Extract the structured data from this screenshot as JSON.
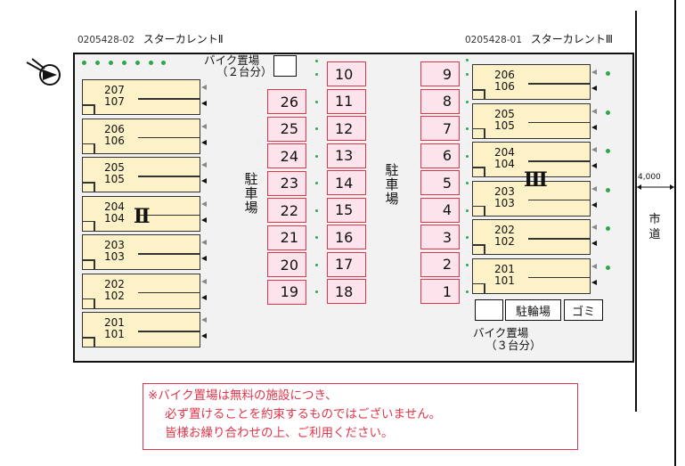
{
  "header": {
    "left_code": "0205428-02",
    "left_name": "スターカレントⅡ",
    "right_code": "0205428-01",
    "right_name": "スターカレントⅢ"
  },
  "icons": {
    "compass": "north-arrow-icon"
  },
  "parking": {
    "label": "駐車場",
    "col_a": [
      "26",
      "25",
      "24",
      "23",
      "22",
      "21",
      "20",
      "19"
    ],
    "col_b": [
      "10",
      "11",
      "12",
      "13",
      "14",
      "15",
      "16",
      "17",
      "18"
    ],
    "col_c": [
      "9",
      "8",
      "7",
      "6",
      "5",
      "4",
      "3",
      "2",
      "1"
    ]
  },
  "building_left": {
    "name": "Ⅱ",
    "units": [
      {
        "upper": "207",
        "lower": "107"
      },
      {
        "upper": "206",
        "lower": "106"
      },
      {
        "upper": "205",
        "lower": "105"
      },
      {
        "upper": "204",
        "lower": "104"
      },
      {
        "upper": "203",
        "lower": "103"
      },
      {
        "upper": "202",
        "lower": "102"
      },
      {
        "upper": "201",
        "lower": "101"
      }
    ]
  },
  "building_right": {
    "name": "Ⅲ",
    "units": [
      {
        "upper": "206",
        "lower": "106"
      },
      {
        "upper": "205",
        "lower": "105"
      },
      {
        "upper": "204",
        "lower": "104"
      },
      {
        "upper": "203",
        "lower": "103"
      },
      {
        "upper": "202",
        "lower": "102"
      },
      {
        "upper": "201",
        "lower": "101"
      }
    ]
  },
  "facilities": {
    "bike_top_1": "バイク置場",
    "bike_top_2": "（２台分）",
    "bike_bottom_1": "バイク置場",
    "bike_bottom_2": "（３台分）",
    "bicycle": "駐輪場",
    "garbage": "ゴミ"
  },
  "road": {
    "width": "4,000",
    "name": "市道"
  },
  "notice": {
    "line1": "※バイク置場は無料の施設につき、",
    "line2": "必ず置けることを約束するものではございません。",
    "line3": "皆様お繰り合わせの上、ご利用ください。"
  }
}
